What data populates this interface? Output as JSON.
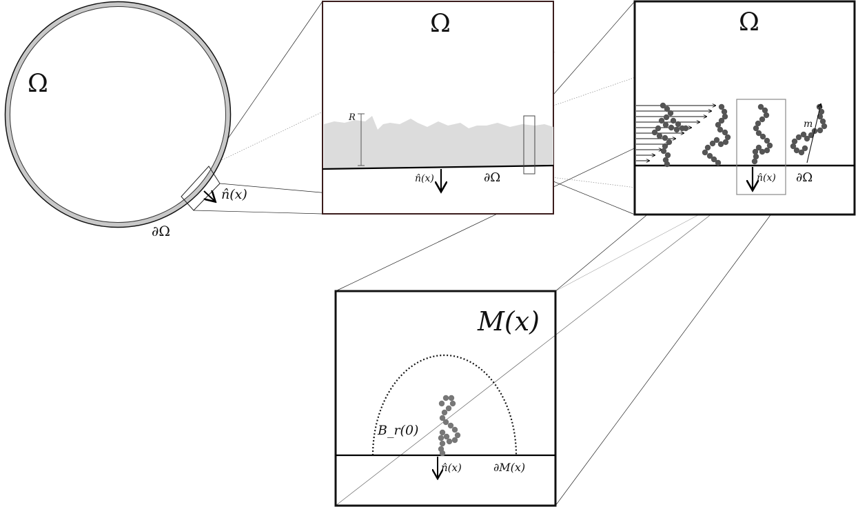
{
  "panel1": {
    "domain_label": "Ω",
    "boundary_label": "∂Ω",
    "normal_label": "n̂(x)"
  },
  "panel2": {
    "domain_label": "Ω",
    "boundary_label": "∂Ω",
    "normal_label": "n̂(x)",
    "roughness_label": "R"
  },
  "panel3": {
    "domain_label": "Ω",
    "boundary_label": "∂Ω",
    "normal_label": "n̂(x)",
    "chain_length_label": "m"
  },
  "panel4": {
    "domain_label": "M(x)",
    "boundary_label": "∂M(x)",
    "normal_label": "n̂(x)",
    "ball_label": "B_r(0)"
  },
  "colors": {
    "wall_gray": "#c8c8c8",
    "layer_gray": "#dcdcdc",
    "bead_dark": "#555555",
    "bead_light": "#7a7a7a",
    "panel2_border": "#3a1c1c"
  }
}
